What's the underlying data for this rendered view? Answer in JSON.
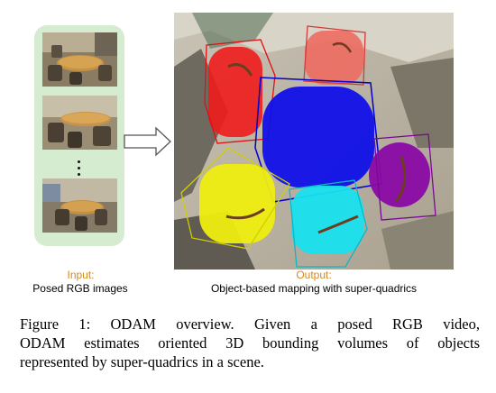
{
  "input": {
    "label": "Input:",
    "description": "Posed RGB images"
  },
  "output": {
    "label": "Output:",
    "description": "Object-based mapping with super-quadrics"
  },
  "caption": {
    "lines": [
      "Figure 1: ODAM overview.  Given a posed RGB video,",
      "ODAM estimates oriented 3D bounding volumes of objects",
      "represented by super-quadrics in a scene."
    ]
  },
  "colors": {
    "input_panel": "#d6ecd0",
    "label_accent": "#d58b1e",
    "object_red": "#ee1c1c",
    "object_salmon": "#ee6b62",
    "object_blue": "#1010e8",
    "object_purple": "#8a0aa6",
    "object_yellow": "#eeee10",
    "object_cyan": "#18e0ee"
  }
}
